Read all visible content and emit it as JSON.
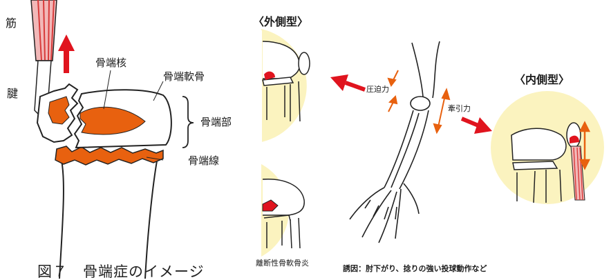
{
  "left_figure": {
    "labels": {
      "muscle": "筋",
      "tendon": "腱",
      "ossification_center": "骨端核",
      "epiphyseal_cartilage": "骨端軟骨",
      "epiphysis": "骨端部",
      "epiphyseal_line": "骨端線"
    },
    "caption": "図７　骨端症のイメージ"
  },
  "right_figure": {
    "lateral_type_title": "〈外側型〉",
    "medial_type_title": "〈内側型〉",
    "compression_force": "圧迫力",
    "traction_force": "牽引力",
    "osteochondritis_caption": "離断性骨軟骨炎",
    "cause_note": "誘因：肘下がり、捻りの強い投球動作など"
  },
  "colors": {
    "lesion_orange": "#e8610f",
    "arrow_red": "#e0141e",
    "background_circle": "#fbf3bf",
    "muscle_red": "#d83a3a"
  }
}
